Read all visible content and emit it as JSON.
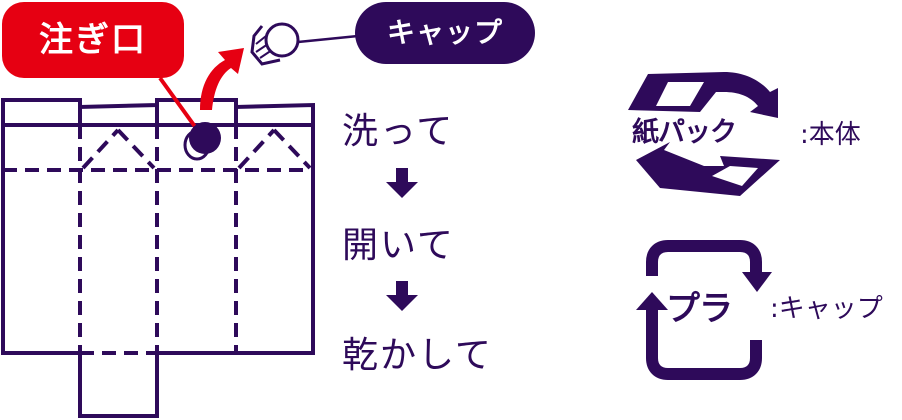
{
  "illustration": {
    "spout_label": "注ぎ口",
    "cap_label": "キャップ",
    "colors": {
      "primary": "#2e0a5a",
      "accent_red": "#e60012",
      "background": "#ffffff"
    }
  },
  "steps": [
    {
      "label": "洗って"
    },
    {
      "label": "開いて"
    },
    {
      "label": "乾かして"
    }
  ],
  "step_arrow_icon": "down-arrow-icon",
  "recycle_marks": [
    {
      "mark_text": "紙パック",
      "separator_and_part": ":本体",
      "icon": "paper-pack-recycle-icon"
    },
    {
      "mark_text": "プラ",
      "separator_and_part": ":キャップ",
      "icon": "plastic-recycle-icon"
    }
  ]
}
